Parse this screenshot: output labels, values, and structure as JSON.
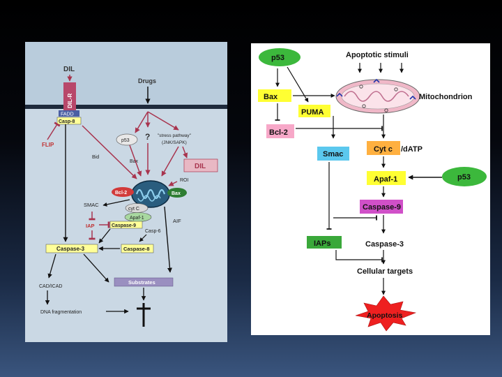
{
  "left_diagram": {
    "dil_top": "DIL",
    "dil_r": "DIL-R",
    "drugs": "Drugs",
    "fadd": "FADD",
    "casp8": "Casp-8",
    "flip": "FLIP",
    "p53": "p53",
    "question": "?",
    "stress_pathway": "\"stress pathway\"",
    "jnk_sapk": "(JNK/SAPK)",
    "bid": "Bid",
    "bax_label": "Bax",
    "dil_box": "DIL",
    "roi": "ROI",
    "bcl2": "Bcl-2",
    "bax_mito": "Bax",
    "smac": "SMAC",
    "cytc": "cyt C",
    "apaf1": "Apaf-1",
    "caspase9": "Caspase-9",
    "iap": "IAP",
    "casp6": "Casp-6",
    "aif": "AIF",
    "caspase3": "Caspase-3",
    "caspase8": "Caspase-8",
    "cad_icad": "CAD/ICAD",
    "substrates": "Substrates",
    "dna_frag": "DNA fragmentation"
  },
  "right_diagram": {
    "p53_top": "p53",
    "apoptotic_stimuli": "Apoptotic stimuli",
    "bax": "Bax",
    "puma": "PUMA",
    "mitochondrion": "Mitochondrion",
    "bcl2": "Bcl-2",
    "smac": "Smac",
    "cytc": "Cyt c",
    "datp": "/dATP",
    "apaf1": "Apaf-1",
    "p53_right": "p53",
    "caspase9": "Caspase-9",
    "iaps": "IAPs",
    "caspase3": "Caspase-3",
    "cellular_targets": "Cellular targets",
    "apoptosis": "Apoptosis"
  },
  "colors": {
    "background_dark": "#000000",
    "background_blue": "#3a557e",
    "left_panel_bg": "#b9ccdc",
    "arrow_maroon": "#a8344e",
    "box_yellow": "#ffff99",
    "box_purple": "#9a8fc0",
    "bcl2_red": "#d23a3a",
    "bax_green": "#2e7d32",
    "p53_green": "#3cb83c",
    "puma_yellow": "#ffff33",
    "bcl2_pink": "#f7a8c8",
    "smac_blue": "#5bc8ee",
    "cytc_orange": "#ffb040",
    "caspase9_magenta": "#d050c8",
    "iaps_green": "#3aa83a",
    "apoptosis_red": "#ee2020",
    "mitochondria_pink": "#f0b8c8"
  },
  "icons": [
    "mitochondrion-icon",
    "death-cross-icon",
    "explosion-burst-icon"
  ]
}
